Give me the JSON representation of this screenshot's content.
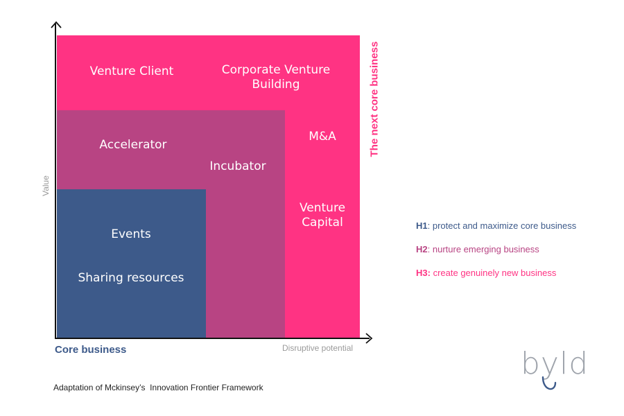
{
  "colors": {
    "h1": "#3d5a8a",
    "h2": "#b84483",
    "h3": "#ff3383",
    "axis": "#111111",
    "muted": "#9a9a9a",
    "core_text": "#3d5a8a"
  },
  "zones": {
    "h3": {
      "venture_client": "Venture Client",
      "corporate_venture_building": "Corporate Venture Building",
      "ma": "M&A",
      "venture_capital": "Venture Capital"
    },
    "h2": {
      "accelerator": "Accelerator",
      "incubator": "Incubator"
    },
    "h1": {
      "events": "Events",
      "sharing_resources": "Sharing resources"
    }
  },
  "axes": {
    "y_label": "Value",
    "x_label": "Disruptive potential",
    "origin_label": "Core business",
    "top_right_label": "The next core business"
  },
  "legend": [
    {
      "key": "H1",
      "sep": ": ",
      "text": "protect and maximize core business"
    },
    {
      "key": "H2",
      "sep": ": ",
      "text": "nurture emerging business"
    },
    {
      "key": "H3:",
      "sep": " ",
      "text": "create genuinely new business"
    }
  ],
  "caption": "Adaptation of Mckinsey’s  Innovation Frontier Framework",
  "logo": "byld"
}
